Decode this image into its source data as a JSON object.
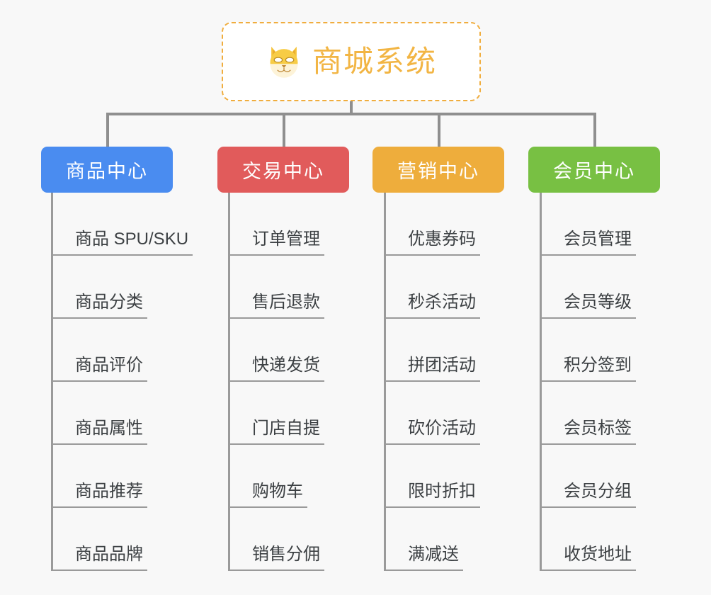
{
  "page": {
    "background_color": "#f8f8f8",
    "line_color": "#8f8f8f",
    "leaf_line_color": "#9a9a9a",
    "leaf_text_color": "#3c4043"
  },
  "root": {
    "title": "商城系统",
    "icon": "shiba-dog-icon",
    "border_color": "#f0ad3e",
    "text_color": "#f2b544",
    "background_color": "#ffffff"
  },
  "columns": [
    {
      "id": "product-center",
      "title": "商品中心",
      "color": "#4a8cf0",
      "items": [
        "商品 SPU/SKU",
        "商品分类",
        "商品评价",
        "商品属性",
        "商品推荐",
        "商品品牌"
      ]
    },
    {
      "id": "trade-center",
      "title": "交易中心",
      "color": "#e15b5b",
      "items": [
        "订单管理",
        "售后退款",
        "快递发货",
        "门店自提",
        "购物车",
        "销售分佣"
      ]
    },
    {
      "id": "marketing-center",
      "title": "营销中心",
      "color": "#eead3c",
      "items": [
        "优惠券码",
        "秒杀活动",
        "拼团活动",
        "砍价活动",
        "限时折扣",
        "满减送"
      ]
    },
    {
      "id": "member-center",
      "title": "会员中心",
      "color": "#78c council"
    }
  ]
}
